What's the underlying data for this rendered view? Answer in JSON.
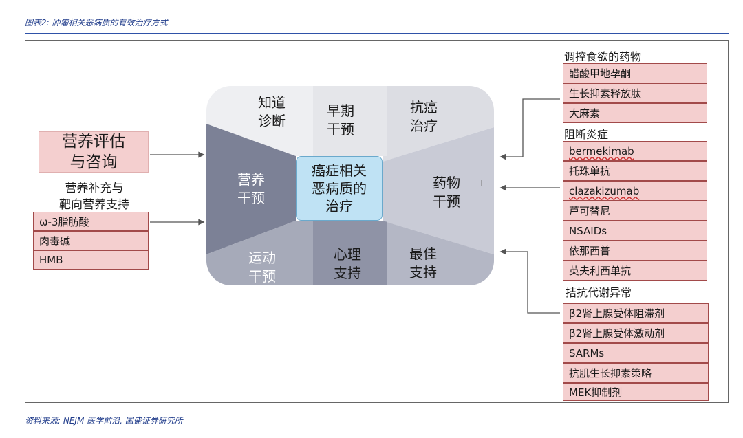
{
  "caption": "图表2: 肿瘤相关恶病质的有效治疗方式",
  "source": "资料来源: NEJM 医学前沿, 国盛证券研究所",
  "center_title": "癌症相关\n恶病质的\n治疗",
  "segments": {
    "know": "知道\n诊断",
    "early": "早期\n干预",
    "anticancer": "抗癌\n治疗",
    "nutrition": "营养\n干预",
    "drug": "药物\n干预",
    "exercise": "运动\n干预",
    "psych": "心理\n支持",
    "best": "最佳\n支持"
  },
  "left": {
    "assessment": "营养评估\n与咨询",
    "support_label": "营养补充与\n靶向营养支持",
    "support_items": [
      "ω-3脂肪酸",
      "肉毒碱",
      "HMB"
    ]
  },
  "right": {
    "appetite_label": "调控食欲的药物",
    "appetite_items": [
      "醋酸甲地孕酮",
      "生长抑素释放肽",
      "大麻素"
    ],
    "inflammation_label": "阻断炎症",
    "inflammation_items": [
      "bermekimab",
      "托珠单抗",
      "clazakizumab",
      "芦可替尼",
      "NSAIDs",
      "依那西普",
      "英夫利西单抗"
    ],
    "metabolic_label": "拮抗代谢异常",
    "metabolic_items": [
      "β2肾上腺受体阻滞剂",
      "β2肾上腺受体激动剂",
      "SARMs",
      "抗肌生长抑素策略",
      "MEK抑制剂"
    ]
  },
  "colors": {
    "item_fill": "#f4cfcf",
    "item_border": "#a24a4a",
    "center_fill": "#bfe2f4",
    "caption": "#1f3b8a"
  }
}
